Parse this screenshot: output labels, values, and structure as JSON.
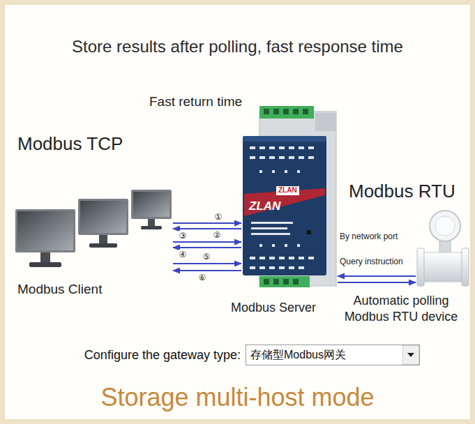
{
  "diagram": {
    "title": "Store results after polling, fast response time",
    "caption": "Storage multi-host mode",
    "nodes": [
      {
        "text": [
          "Modbus Client"
        ]
      },
      {
        "text": [
          "Modbus Server"
        ]
      },
      {
        "text": [
          "Automatic polling Modbus RTU device"
        ]
      },
      {
        "text": [
          "存储型Modbus网关"
        ]
      }
    ],
    "edges": [
      {
        "from": 0,
        "to": 1,
        "arrow": "to",
        "label": "①"
      },
      {
        "from": 1,
        "to": 0,
        "arrow": "to",
        "label": "②"
      },
      {
        "from": 0,
        "to": 1,
        "arrow": "to",
        "label": "③"
      },
      {
        "from": 1,
        "to": 0,
        "arrow": "to",
        "label": "④"
      },
      {
        "from": 0,
        "to": 1,
        "arrow": "to",
        "label": "⑤"
      },
      {
        "from": 1,
        "to": 0,
        "arrow": "to",
        "label": "⑥"
      },
      {
        "from": 2,
        "to": 1,
        "arrow": "to"
      },
      {
        "from": 1,
        "to": 2,
        "arrow": "to"
      }
    ],
    "labels": [
      "Fast return time",
      "Modbus TCP",
      "ZLAN",
      "ZLAN",
      "Modbus RTU",
      "By network port",
      "Query instruction",
      "Configure the gateway type:"
    ]
  }
}
